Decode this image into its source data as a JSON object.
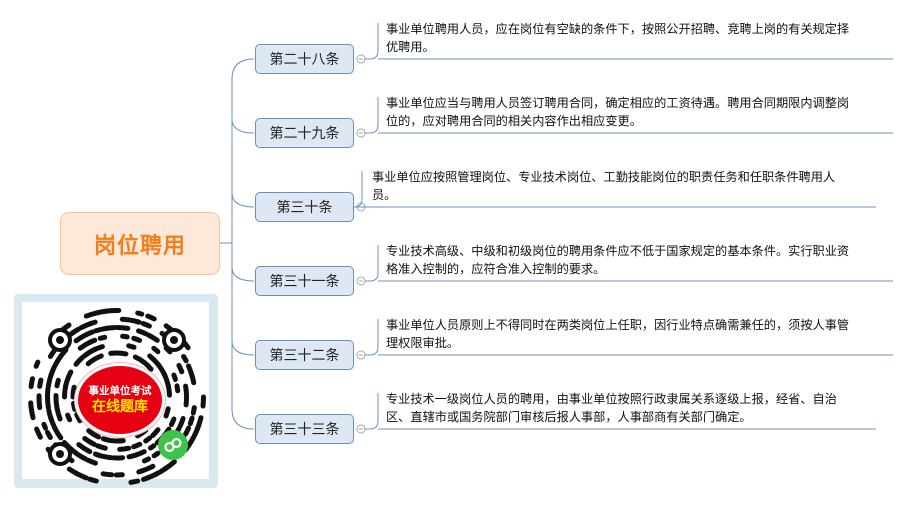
{
  "root": {
    "title": "岗位聘用",
    "color": "#f07f1c"
  },
  "articles": [
    {
      "label": "第二十八条",
      "text_lines": [
        "事业单位聘用人员，应在岗位有空缺的条件下，按照公开招聘、竞聘上岗的有关规定择",
        "优聘用。"
      ]
    },
    {
      "label": "第二十九条",
      "text_lines": [
        "事业单位应当与聘用人员签订聘用合同，确定相应的工资待遇。聘用合同期限内调整岗",
        "位的，应对聘用合同的相关内容作出相应变更。"
      ]
    },
    {
      "label": "第三十条",
      "text_lines": [
        "事业单位应按照管理岗位、专业技术岗位、工勤技能岗位的职责任务和任职条件聘用人",
        "员。"
      ]
    },
    {
      "label": "第三十一条",
      "text_lines": [
        "专业技术高级、中级和初级岗位的聘用条件应不低于国家规定的基本条件。实行职业资",
        "格准入控制的，应符合准入控制的要求。"
      ]
    },
    {
      "label": "第三十二条",
      "text_lines": [
        "事业单位人员原则上不得同时在两类岗位上任职，因行业特点确需兼任的，须按人事管",
        "理权限审批。"
      ]
    },
    {
      "label": "第三十三条",
      "text_lines": [
        "专业技术一级岗位人员的聘用，由事业单位按照行政隶属关系逐级上报，经省、自治",
        "区、直辖市或国务院部门审核后报人事部，人事部商有关部门确定。"
      ]
    }
  ],
  "qr_badge": {
    "line1": "事业单位考试",
    "line2": "在线题库"
  },
  "colors": {
    "branch": "#6d8fbd",
    "node_fill": "#dde8f4",
    "root_fill": "#fde9d9",
    "badge": "#e50012"
  }
}
